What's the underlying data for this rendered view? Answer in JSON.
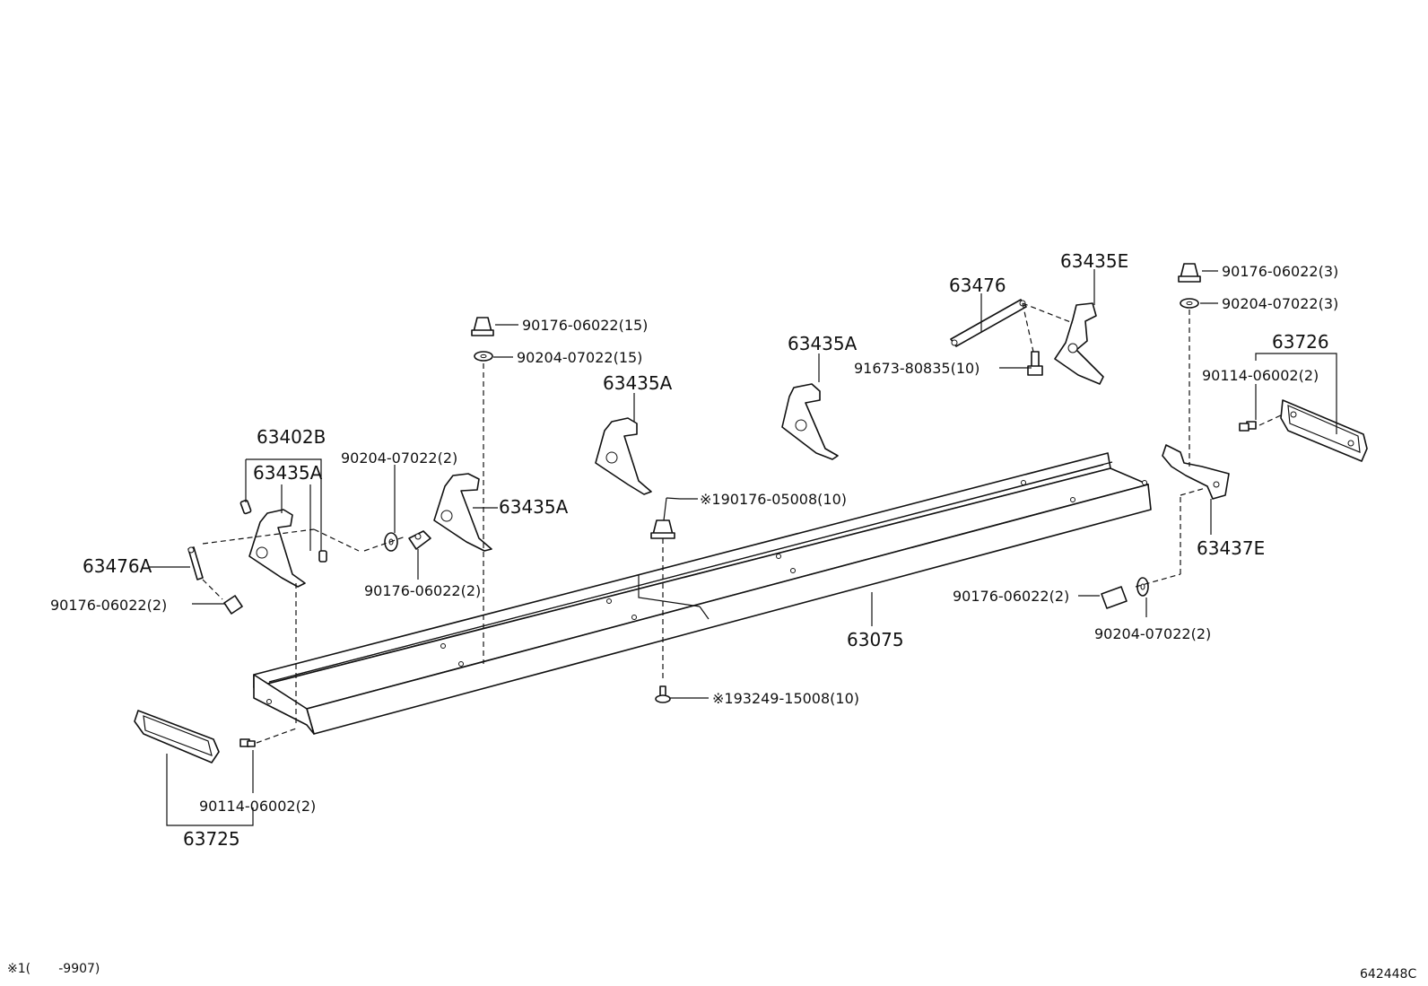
{
  "labels": {
    "l63476": "63476",
    "l63435E": "63435E",
    "l63435A_right": "63435A",
    "l63435A_mid": "63435A",
    "l63435A_small": "63435A",
    "l63402B": "63402B",
    "l63435A_left": "63435A",
    "l63476A": "63476A",
    "l63726": "63726",
    "l63437E": "63437E",
    "l63075": "63075",
    "l63725": "63725"
  },
  "part_numbers": {
    "nut_top_center": "90176-06022(15)",
    "washer_top_center": "90204-07022(15)",
    "bolt_stud": "91673-80835(10)",
    "nut_top_right": "90176-06022(3)",
    "washer_top_right": "90204-07022(3)",
    "screw_right_pad": "90114-06002(2)",
    "washer_left": "90204-07022(2)",
    "nut_left_bracket": "90176-06022(2)",
    "nut_far_left": "90176-06022(2)",
    "nut_center_marked": "※190176-05008(10)",
    "screw_bottom_marked": "※193249-15008(10)",
    "nut_right_bottom": "90176-06022(2)",
    "washer_right_bottom": "90204-07022(2)",
    "screw_left_pad": "90114-06002(2)"
  },
  "footnote": "※1(       -9907)",
  "figure_code": "642448C"
}
